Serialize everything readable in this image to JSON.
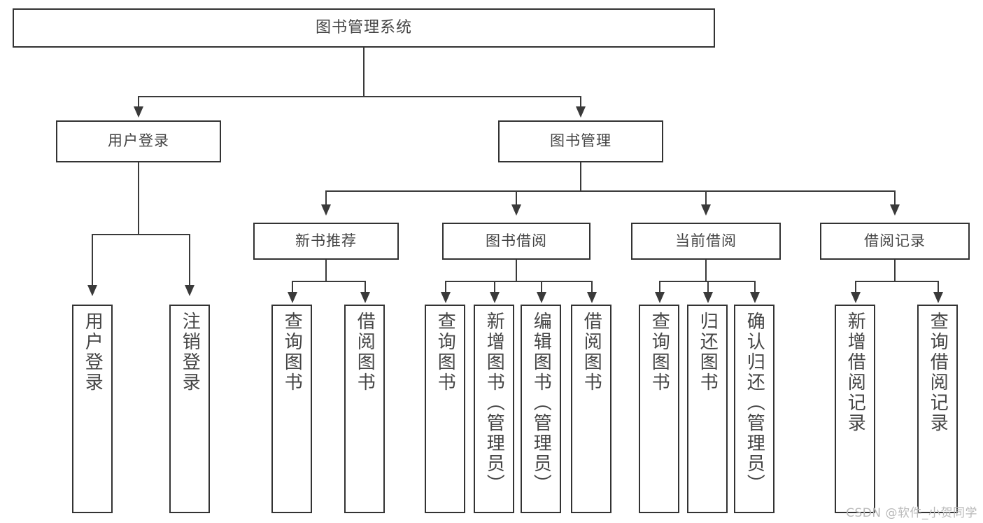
{
  "diagram": {
    "type": "tree-hierarchy",
    "title": "图书管理系统",
    "root": {
      "label": "图书管理系统"
    },
    "level2": [
      {
        "label": "用户登录"
      },
      {
        "label": "图书管理"
      }
    ],
    "level3": [
      {
        "label": "新书推荐"
      },
      {
        "label": "图书借阅"
      },
      {
        "label": "当前借阅"
      },
      {
        "label": "借阅记录"
      }
    ],
    "leaves": {
      "user_login": [
        {
          "label": "用户登录"
        },
        {
          "label": "注销登录"
        }
      ],
      "new_book_recommend": [
        {
          "label": "查询图书"
        },
        {
          "label": "借阅图书"
        }
      ],
      "book_borrow": [
        {
          "label": "查询图书"
        },
        {
          "label": "新增图书（管理员）"
        },
        {
          "label": "编辑图书（管理员）"
        },
        {
          "label": "借阅图书"
        }
      ],
      "current_borrow": [
        {
          "label": "查询图书"
        },
        {
          "label": "归还图书"
        },
        {
          "label": "确认归还（管理员）"
        }
      ],
      "borrow_record": [
        {
          "label": "新增借阅记录"
        },
        {
          "label": "查询借阅记录"
        }
      ]
    }
  },
  "watermark": {
    "text": "CSDN @软件_小贺同学"
  },
  "colors": {
    "stroke": "#333333",
    "text": "#444444",
    "background": "#ffffff",
    "watermark": "#b9b9b9"
  }
}
